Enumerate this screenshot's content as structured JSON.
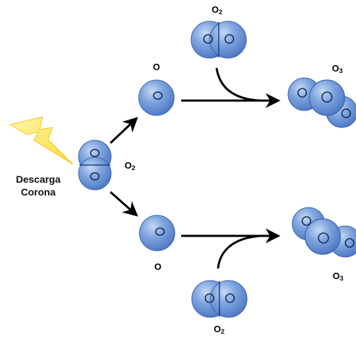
{
  "source": {
    "line1": "Descarga",
    "line2": "Corona"
  },
  "labels": {
    "o2_base": "O",
    "o2_sub": "2",
    "o3_base": "O",
    "o3_sub": "3",
    "o_atom": "O"
  },
  "colors": {
    "molecule_fill": "#6f9ad8",
    "molecule_edge": "#2f5f9f",
    "lightning": "#ffe84a",
    "arrow": "#000000"
  }
}
